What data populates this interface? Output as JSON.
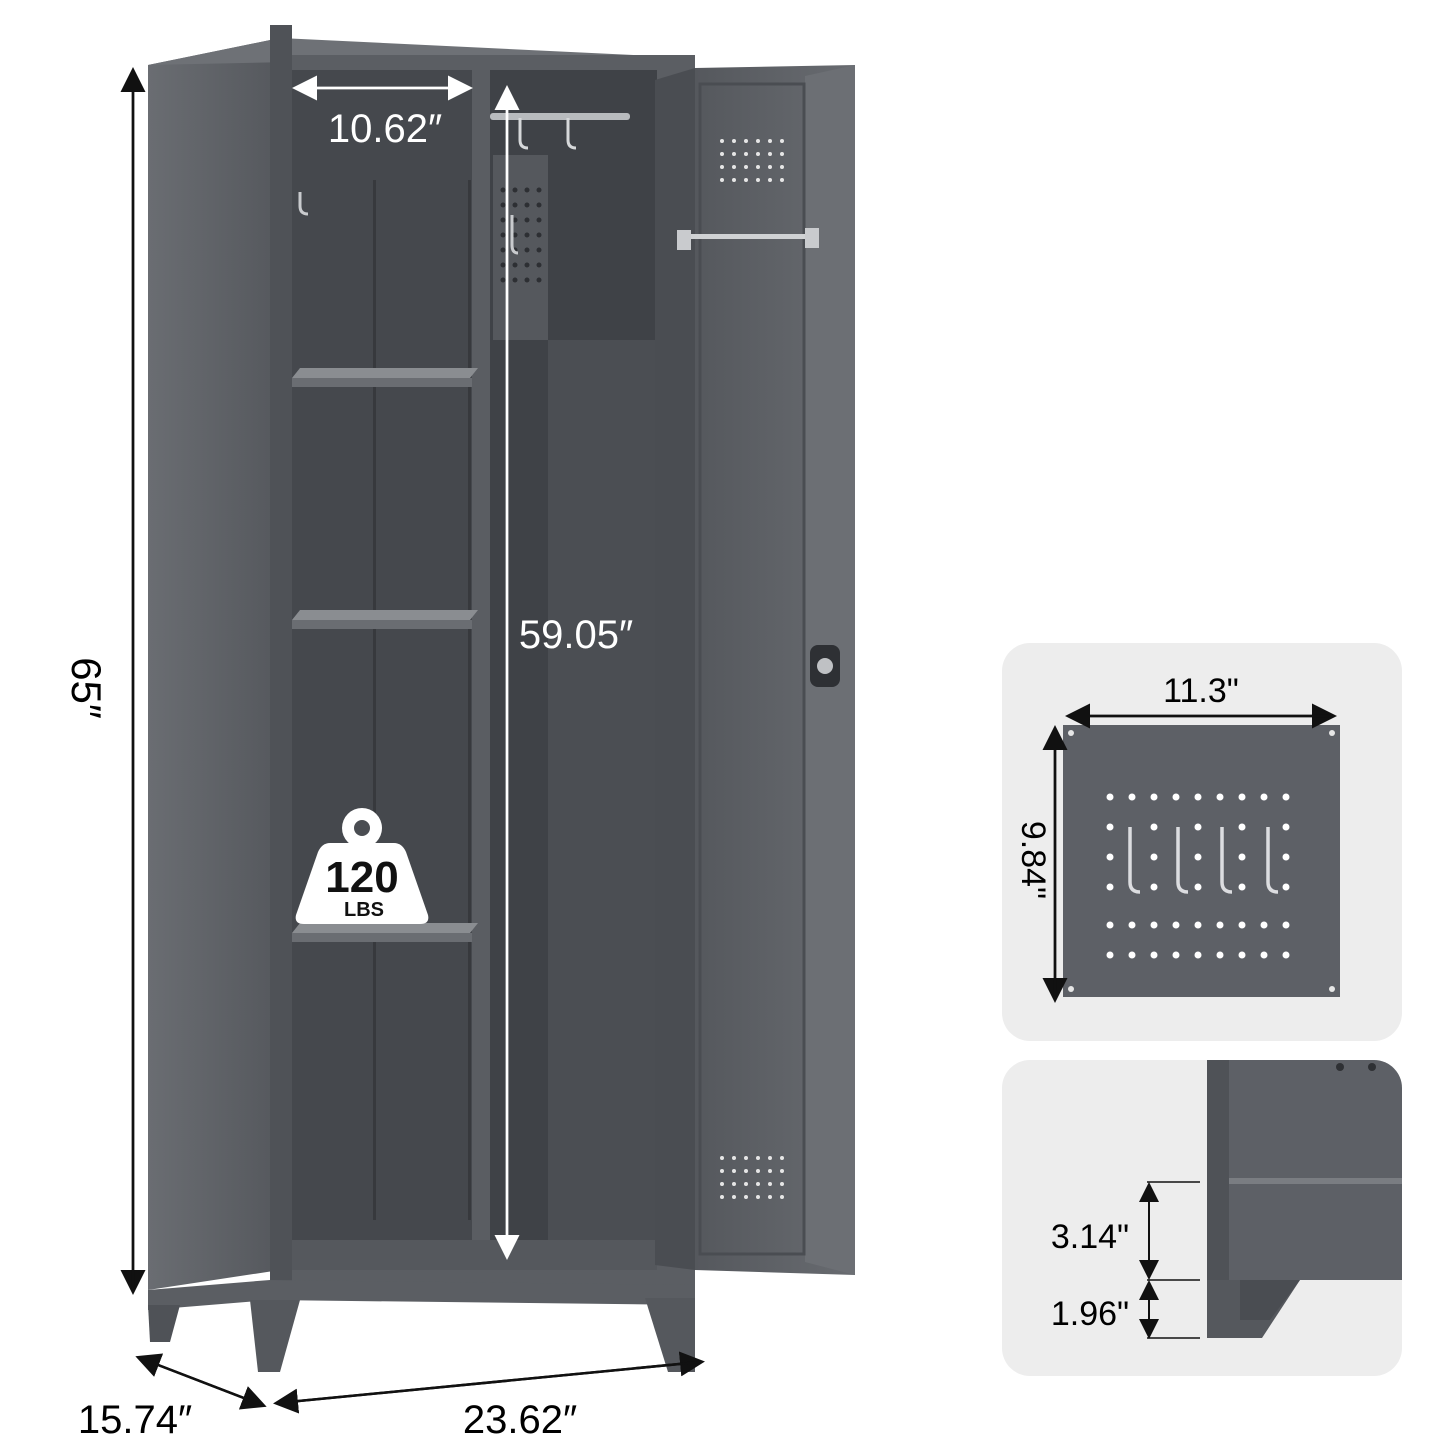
{
  "dimensions": {
    "interior_width": "10.62″",
    "interior_height": "59.05″",
    "overall_height": "65″",
    "depth": "15.74″",
    "width": "23.62″"
  },
  "badge": {
    "capacity": "120",
    "unit": "LBS"
  },
  "pegboard_inset": {
    "width": "11.3\"",
    "height": "9.84\""
  },
  "leg_inset": {
    "adjust_height": "3.14\"",
    "leg_height": "1.96\""
  },
  "colors": {
    "cabinet_body": "#5d6066",
    "cabinet_interior": "#4a4d52",
    "inset_background": "#ededed"
  }
}
